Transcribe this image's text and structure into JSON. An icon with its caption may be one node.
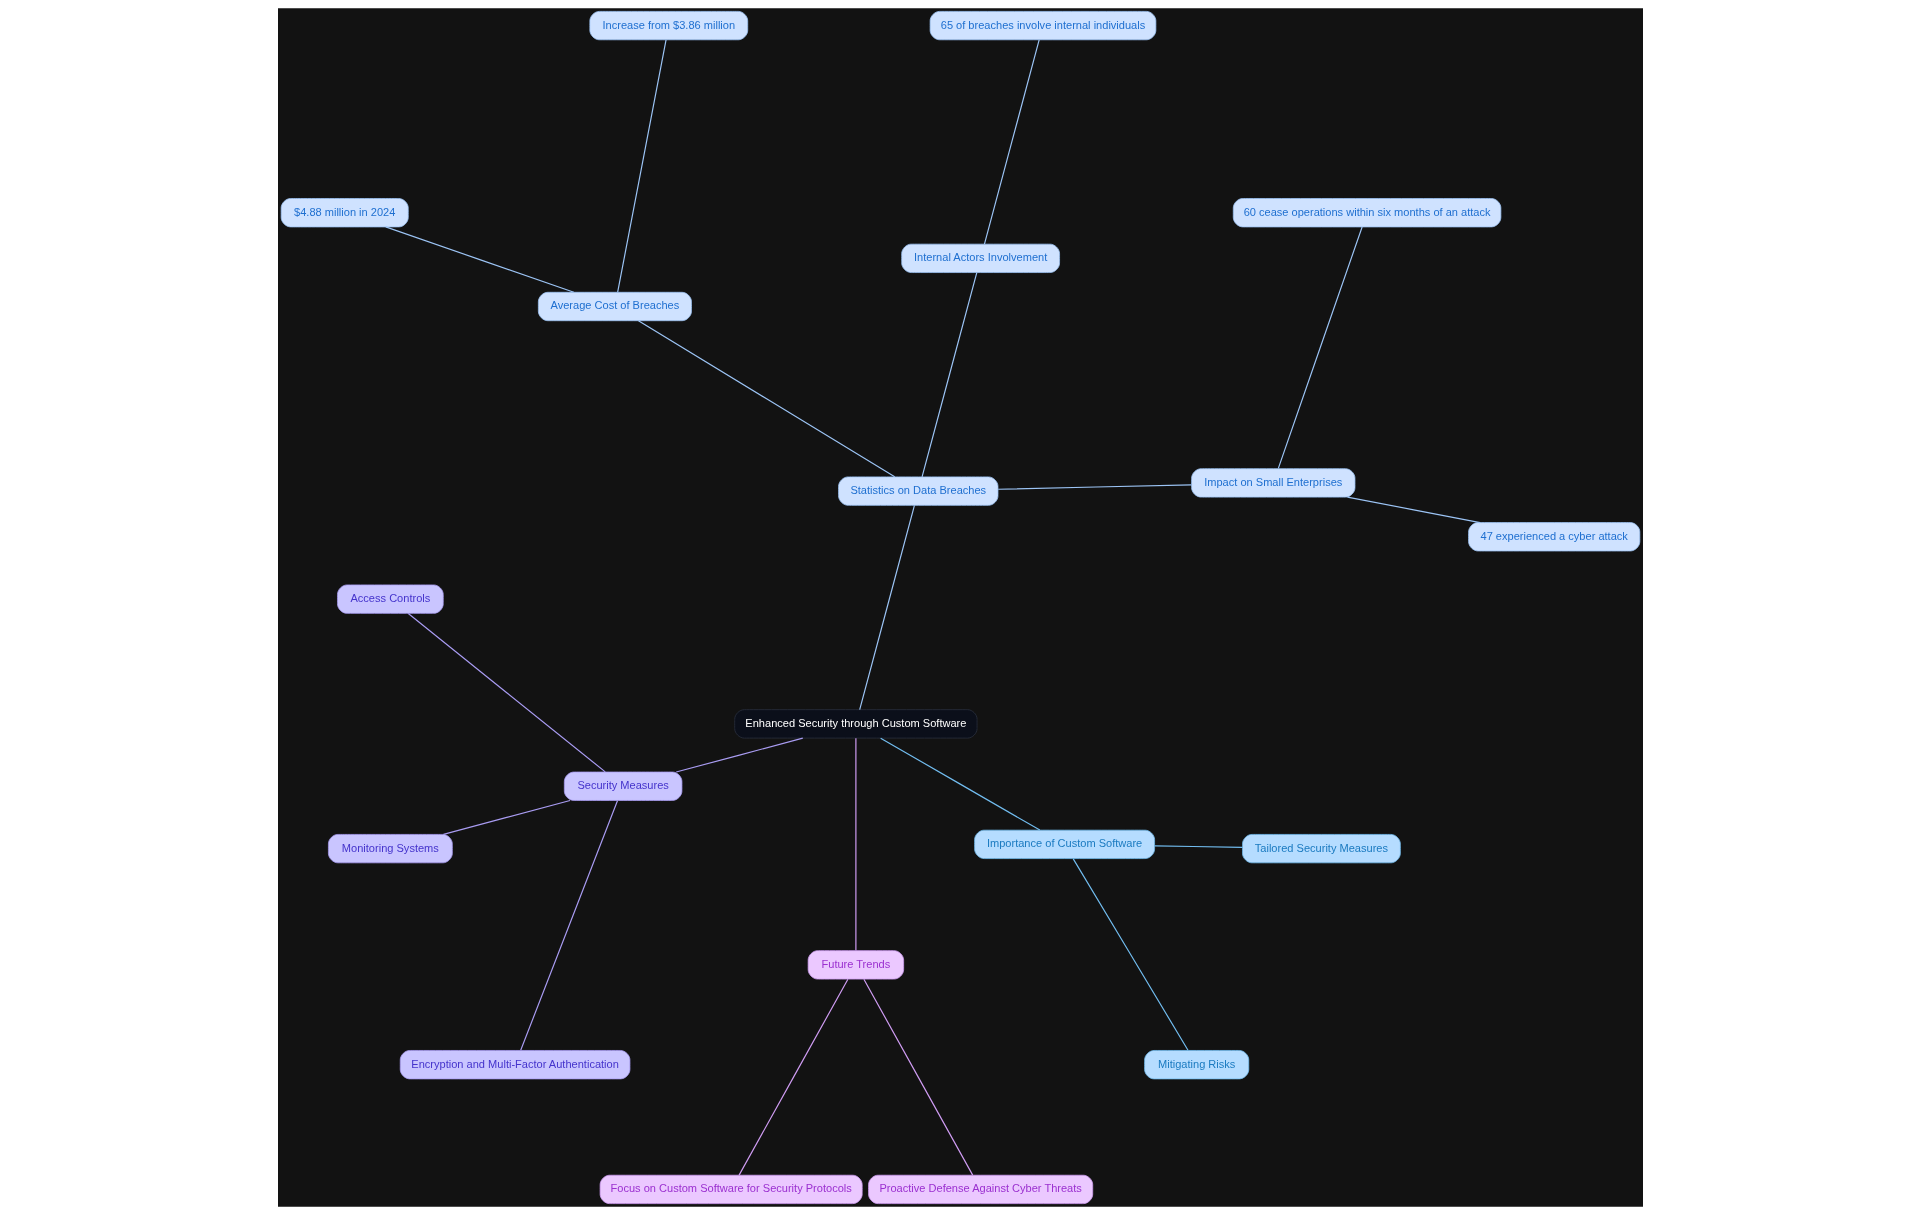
{
  "diagram": {
    "nodes": [
      {
        "text": [
          "Enhanced Security through Custom Software"
        ]
      },
      {
        "text": [
          "Statistics on Data Breaches"
        ]
      },
      {
        "text": [
          "Impact on Small Enterprises"
        ]
      },
      {
        "text": [
          "47 experienced a cyber attack"
        ]
      },
      {
        "text": [
          "60 cease operations within six months of an attack"
        ]
      },
      {
        "text": [
          "Internal Actors Involvement"
        ]
      },
      {
        "text": [
          "65 of breaches involve internal individuals"
        ]
      },
      {
        "text": [
          "Average Cost of Breaches"
        ]
      },
      {
        "text": [
          "Increase from $3.86 million"
        ]
      },
      {
        "text": [
          "$4.88 million in 2024"
        ]
      },
      {
        "text": [
          "Security Measures"
        ]
      },
      {
        "text": [
          "Access Controls"
        ]
      },
      {
        "text": [
          "Monitoring Systems"
        ]
      },
      {
        "text": [
          "Encryption and Multi-Factor Authentication"
        ]
      },
      {
        "text": [
          "Future Trends"
        ]
      },
      {
        "text": [
          "Focus on Custom Software for Security Protocols"
        ]
      },
      {
        "text": [
          "Proactive Defense Against Cyber Threats"
        ]
      },
      {
        "text": [
          "Importance of Custom Software"
        ]
      },
      {
        "text": [
          "Mitigating Risks"
        ]
      },
      {
        "text": [
          "Tailored Security Measures"
        ]
      }
    ],
    "edges": [
      {
        "from": 0,
        "to": 1,
        "arrow": "none"
      },
      {
        "from": 1,
        "to": 2,
        "arrow": "none"
      },
      {
        "from": 2,
        "to": 3,
        "arrow": "none"
      },
      {
        "from": 2,
        "to": 4,
        "arrow": "none"
      },
      {
        "from": 1,
        "to": 5,
        "arrow": "none"
      },
      {
        "from": 5,
        "to": 6,
        "arrow": "none"
      },
      {
        "from": 1,
        "to": 7,
        "arrow": "none"
      },
      {
        "from": 7,
        "to": 8,
        "arrow": "none"
      },
      {
        "from": 7,
        "to": 9,
        "arrow": "none"
      },
      {
        "from": 0,
        "to": 10,
        "arrow": "none",
        "color": "#a99cf2"
      },
      {
        "from": 10,
        "to": 11,
        "arrow": "none",
        "color": "#a99cf2"
      },
      {
        "from": 10,
        "to": 12,
        "arrow": "none",
        "color": "#a99cf2"
      },
      {
        "from": 10,
        "to": 13,
        "arrow": "none",
        "color": "#a99cf2"
      },
      {
        "from": 0,
        "to": 14,
        "arrow": "none",
        "color": "#cf9cf2"
      },
      {
        "from": 14,
        "to": 15,
        "arrow": "none",
        "color": "#cf9cf2"
      },
      {
        "from": 14,
        "to": 16,
        "arrow": "none",
        "color": "#cf9cf2"
      },
      {
        "from": 0,
        "to": 17,
        "arrow": "none",
        "color": "#72bdf0"
      },
      {
        "from": 17,
        "to": 18,
        "arrow": "none",
        "color": "#72bdf0"
      },
      {
        "from": 17,
        "to": 19,
        "arrow": "none",
        "color": "#72bdf0"
      }
    ]
  }
}
